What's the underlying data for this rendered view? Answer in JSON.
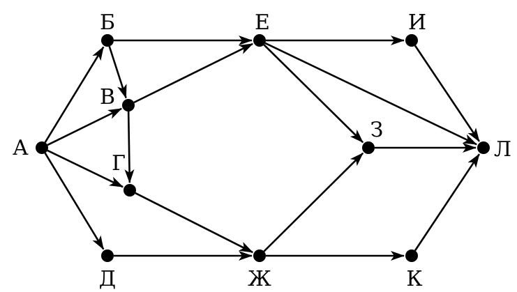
{
  "graph": {
    "nodes": [
      {
        "id": "A",
        "label": "А"
      },
      {
        "id": "B",
        "label": "Б"
      },
      {
        "id": "V",
        "label": "В"
      },
      {
        "id": "G",
        "label": "Г"
      },
      {
        "id": "D",
        "label": "Д"
      },
      {
        "id": "E",
        "label": "Е"
      },
      {
        "id": "Zh",
        "label": "Ж"
      },
      {
        "id": "Z",
        "label": "З"
      },
      {
        "id": "I",
        "label": "И"
      },
      {
        "id": "K",
        "label": "К"
      },
      {
        "id": "L",
        "label": "Л"
      }
    ],
    "edges": [
      {
        "from": "A",
        "to": "B"
      },
      {
        "from": "A",
        "to": "V"
      },
      {
        "from": "A",
        "to": "G"
      },
      {
        "from": "A",
        "to": "D"
      },
      {
        "from": "B",
        "to": "V"
      },
      {
        "from": "B",
        "to": "E"
      },
      {
        "from": "V",
        "to": "E"
      },
      {
        "from": "V",
        "to": "G"
      },
      {
        "from": "G",
        "to": "Zh"
      },
      {
        "from": "D",
        "to": "Zh"
      },
      {
        "from": "E",
        "to": "I"
      },
      {
        "from": "E",
        "to": "Z"
      },
      {
        "from": "E",
        "to": "L"
      },
      {
        "from": "Zh",
        "to": "Z"
      },
      {
        "from": "Zh",
        "to": "K"
      },
      {
        "from": "I",
        "to": "L"
      },
      {
        "from": "Z",
        "to": "L"
      },
      {
        "from": "K",
        "to": "L"
      }
    ]
  }
}
